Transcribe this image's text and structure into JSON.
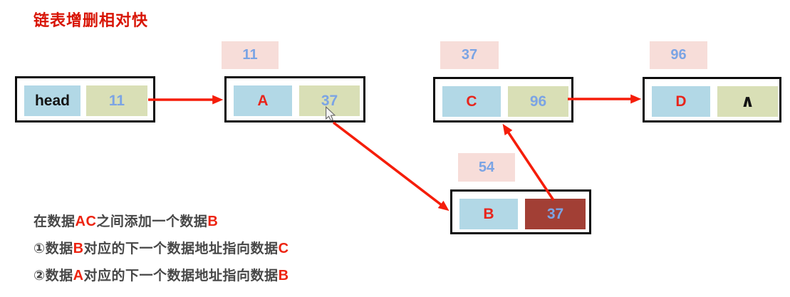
{
  "title": "链表增删相对快",
  "diagram_type": "singly-linked-list-insertion",
  "nodes": {
    "head": {
      "data": "head",
      "next": "11"
    },
    "a": {
      "address": "11",
      "data": "A",
      "next": "37"
    },
    "c": {
      "address": "37",
      "data": "C",
      "next": "96"
    },
    "d": {
      "address": "96",
      "data": "D",
      "next": "∧"
    },
    "b": {
      "address": "54",
      "data": "B",
      "next": "37"
    }
  },
  "edges": [
    {
      "from": "head",
      "to": "A"
    },
    {
      "from": "A",
      "to": "B"
    },
    {
      "from": "B",
      "to": "C"
    },
    {
      "from": "C",
      "to": "D"
    }
  ],
  "notes": {
    "line1": {
      "t1": "在数据",
      "h1": "AC",
      "t2": "之间添加一个数据",
      "h2": "B"
    },
    "line2": {
      "t1": "①数据",
      "h1": "B",
      "t2": "对应的下一个数据地址指向数据",
      "h2": "C"
    },
    "line3": {
      "t1": "②数据",
      "h1": "A",
      "t2": "对应的下一个数据地址指向数据",
      "h2": "B"
    }
  },
  "colors": {
    "title_red": "#d81404",
    "arrow_red": "#f51d0a",
    "cell_blue": "#b2d8e6",
    "cell_green": "#d9dfb6",
    "cell_dark_red": "#a23f35",
    "label_pink": "#f7ddd9",
    "number_blue": "#7ba4e4",
    "letter_red": "#e8251c",
    "note_gray": "#474747"
  }
}
